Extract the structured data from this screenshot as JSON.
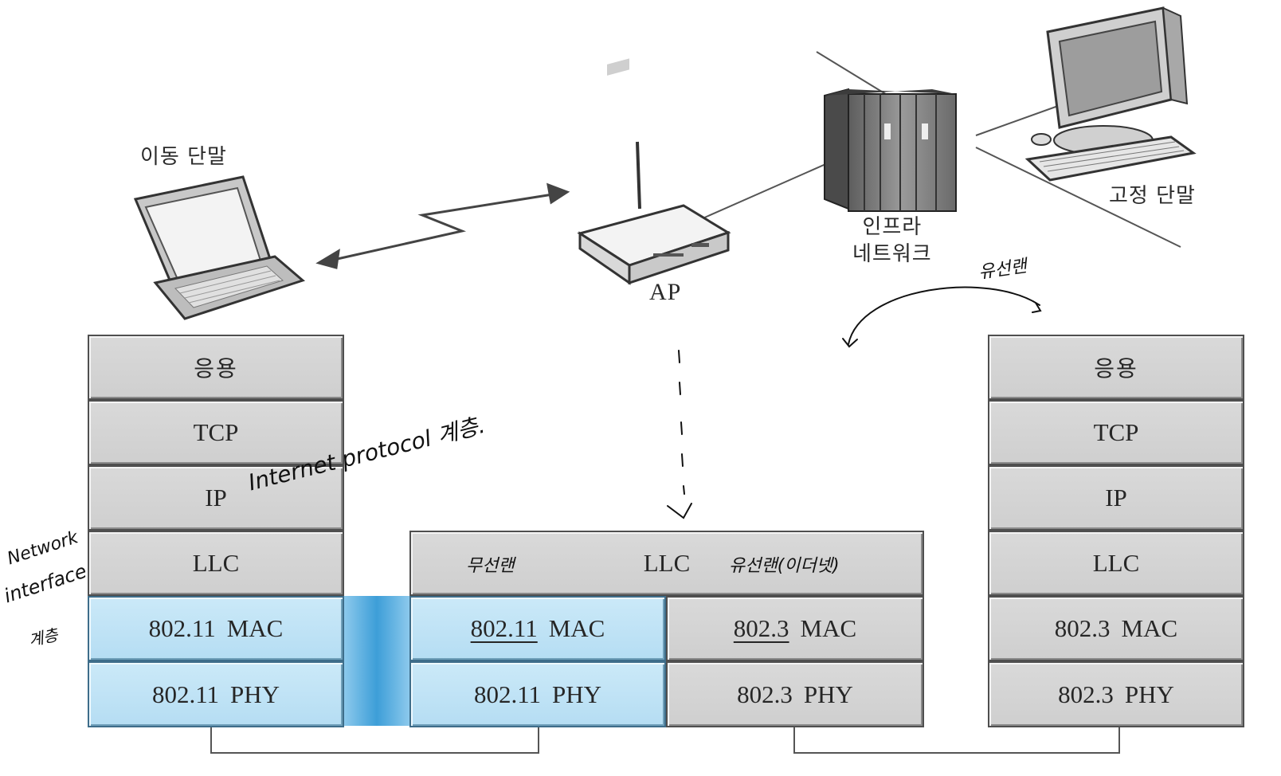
{
  "labels": {
    "mobile": "이동 단말",
    "ap": "AP",
    "infra_line1": "인프라",
    "infra_line2": "네트워크",
    "fixed": "고정 단말"
  },
  "stacks": {
    "left": {
      "app": "응용",
      "tcp": "TCP",
      "ip": "IP",
      "llc": "LLC",
      "mac_a": "802.11",
      "mac_b": "MAC",
      "phy_a": "802.11",
      "phy_b": "PHY"
    },
    "ap": {
      "llc": "LLC",
      "mac1_a": "802.11",
      "mac1_b": "MAC",
      "mac2_a": "802.3",
      "mac2_b": "MAC",
      "phy1_a": "802.11",
      "phy1_b": "PHY",
      "phy2_a": "802.3",
      "phy2_b": "PHY"
    },
    "right": {
      "app": "응용",
      "tcp": "TCP",
      "ip": "IP",
      "llc": "LLC",
      "mac_a": "802.3",
      "mac_b": "MAC",
      "phy_a": "802.3",
      "phy_b": "PHY"
    }
  },
  "handwriting": {
    "wired_top": "유선랜",
    "ip_note": "Internet protocol 계층.",
    "net_line1": "Network",
    "net_line2": "interface",
    "net_line3": "계층",
    "wireless": "무선랜",
    "ethernet": "유선랜(이더넷)"
  },
  "colors": {
    "wireless_fill": "#b9def3",
    "wired_fill": "#d3d3d3",
    "stroke": "#4f4f4f"
  }
}
